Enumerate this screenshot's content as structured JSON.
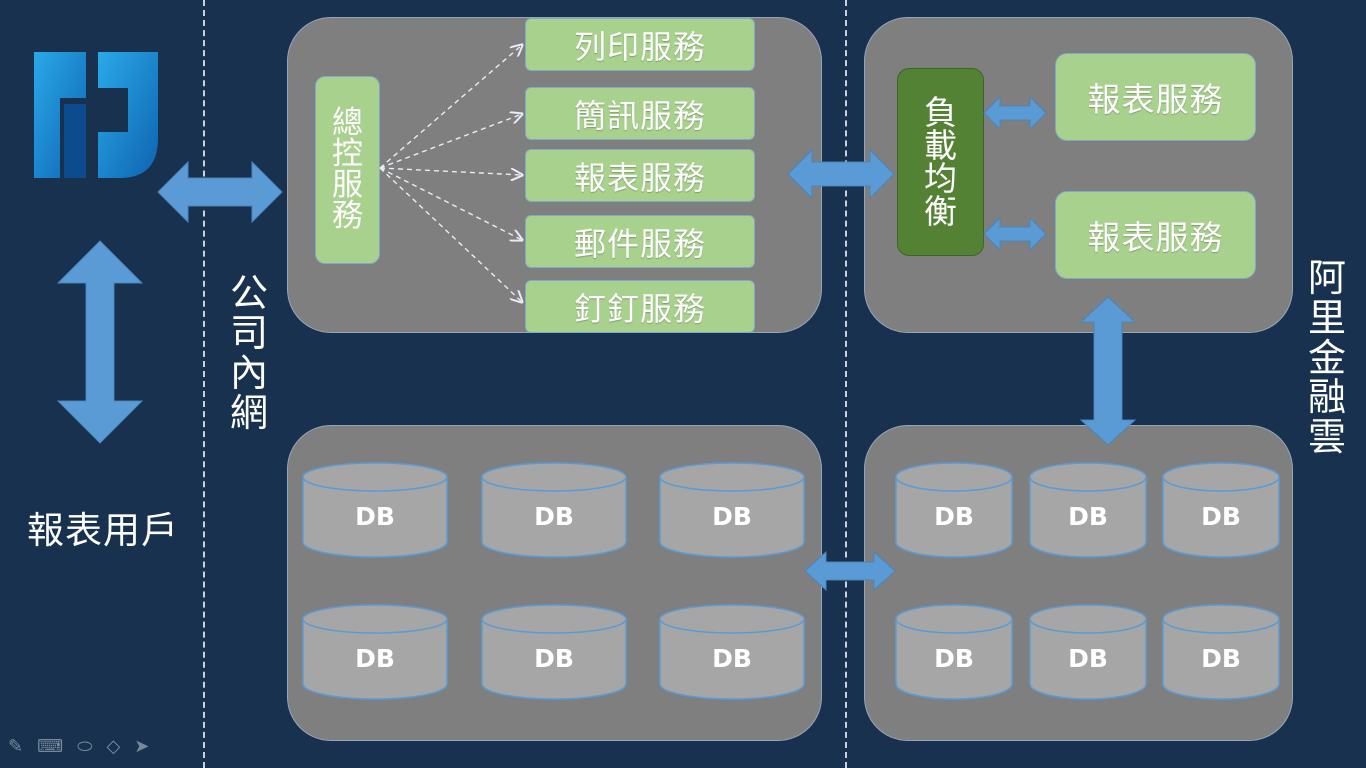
{
  "user_label": "報表用戶",
  "intranet_label": "公司內網",
  "cloud_label": "阿里金融雲",
  "master_service": "總控服務",
  "services": [
    "列印服務",
    "簡訊服務",
    "報表服務",
    "郵件服務",
    "釘釘服務"
  ],
  "load_balancer": "負載均衡",
  "cloud_services": [
    "報表服務",
    "報表服務"
  ],
  "db_label": "DB",
  "colors": {
    "background": "#17314f",
    "panel": "#7f7f7f",
    "service": "#a9d18e",
    "load_balancer": "#548235",
    "arrow": "#5b9bd5",
    "db": "#a6a6a6"
  },
  "toolbar_icons": [
    "pen-icon",
    "keyboard-icon",
    "eraser-icon",
    "highlighter-icon",
    "pointer-icon"
  ]
}
